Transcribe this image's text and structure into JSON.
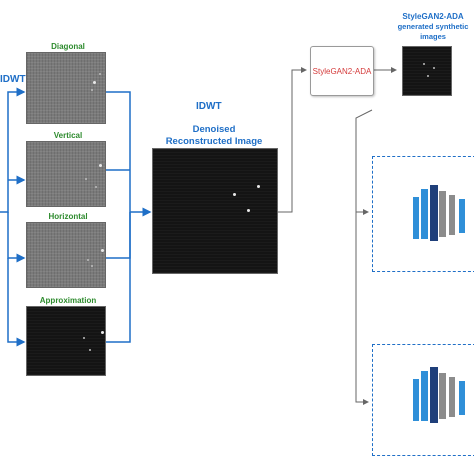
{
  "labels": {
    "idwt_left": "IDWT",
    "diagonal": "Diagonal",
    "vertical": "Vertical",
    "horizontal": "Horizontal",
    "approximation": "Approximation",
    "idwt_center": "IDWT",
    "denoised_line1": "Denoised",
    "denoised_line2": "Reconstructed Image",
    "stylegan_box": "StyleGAN2-ADA",
    "stylegan_title_line1": "StyleGAN2-ADA",
    "stylegan_title_line2": "generated synthetic",
    "stylegan_title_line3": "images"
  },
  "colors": {
    "arrow": "#1f6fc7",
    "label_green": "#2e8b2e",
    "label_blue": "#1f6fc7",
    "gan_text": "#d43a3a",
    "layer_blue": "#2f8fd8",
    "layer_gray": "#8c8c8c",
    "layer_navy": "#1f3f7a"
  }
}
